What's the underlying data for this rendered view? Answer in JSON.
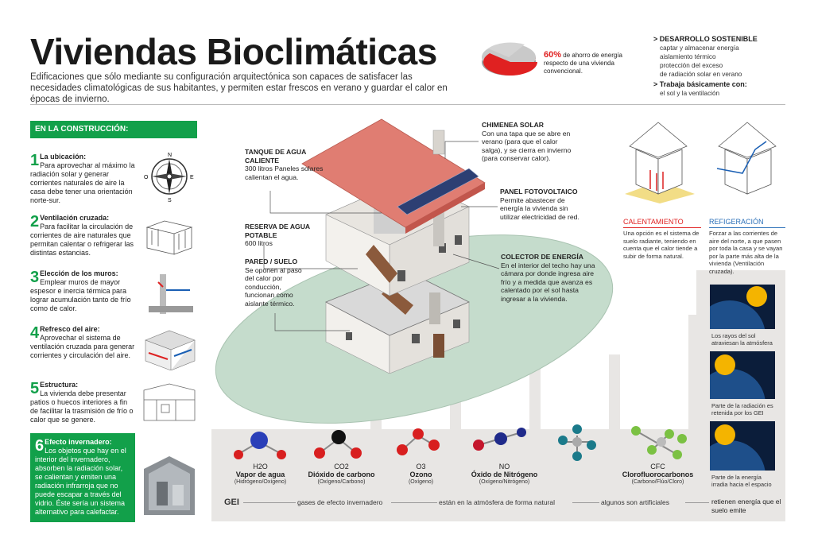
{
  "title": "Viviendas Bioclimáticas",
  "subtitle": "Edificaciones que sólo mediante su configuración arquitectónica son capaces de satisfacer las necesidades climatológicas de sus habitantes, y permiten estar frescos en verano y guardar el calor en épocas de invierno.",
  "savings": {
    "pct": "60%",
    "text": "de ahorro de energía respecto de una vivienda convencional."
  },
  "sustainability": {
    "h1": "> DESARROLLO SOSTENIBLE",
    "lines": [
      "captar y almacenar energía",
      "aislamiento térmico",
      "protección del exceso",
      "de radiación solar en verano"
    ],
    "h2": "> Trabaja básicamente con:",
    "line2": "el sol y la ventilación"
  },
  "construction": {
    "heading": "EN LA CONSTRUCCIÓN:",
    "items": [
      {
        "num": "1",
        "label": "La ubicación:",
        "text": "Para aprovechar al máximo la radiación solar y generar corrientes naturales de aire la casa debe tener una orientación norte-sur."
      },
      {
        "num": "2",
        "label": "Ventilación cruzada:",
        "text": "Para facilitar la circulación de corrientes de aire naturales que permitan calentar o refrigerar las distintas estancias."
      },
      {
        "num": "3",
        "label": "Elección de los muros:",
        "text": "Emplear muros de mayor espesor e inercia térmica para lograr acumulación tanto de frío como de calor."
      },
      {
        "num": "4",
        "label": "Refresco del aire:",
        "text": "Aprovechar el sistema de ventilación cruzada para generar corrientes y circulación del aire."
      },
      {
        "num": "5",
        "label": "Estructura:",
        "text": "La vivienda debe presentar patios o huecos interiores a fin de facilitar la trasmisión de frío o calor que se genere."
      },
      {
        "num": "6",
        "label": "Efecto invernadero:",
        "text": "Los objetos que hay en el interior del invernadero, absorben la radiación solar, se calientan y emiten una radiación infrarroja que no puede escapar a través del vidrio. Éste sería un sistema alternativo para calefactar."
      }
    ]
  },
  "callouts": {
    "tanque": {
      "h": "TANQUE DE AGUA CALIENTE",
      "t": "300 litros Paneles solares calientan el agua."
    },
    "reserva": {
      "h": "RESERVA DE AGUA POTABLE",
      "t": "600 litros"
    },
    "pared": {
      "h": "PARED / SUELO",
      "t": "Se oponen al paso del calor por conducción, funcionan como aislante térmico."
    },
    "chimenea": {
      "h": "CHIMENEA SOLAR",
      "t": "Con una tapa que se abre en verano (para que el calor salga), y se cierra en invierno (para conservar calor)."
    },
    "panel": {
      "h": "PANEL FOTOVOLTAICO",
      "t": "Permite abastecer de energía la vivienda sin utilizar electricidad de red."
    },
    "colector": {
      "h": "COLECTOR DE ENERGÍA",
      "t": "En el interior del techo hay una cámara por donde ingresa aire frío y a medida que avanza es calentado por el sol hasta ingresar a la vivienda."
    }
  },
  "compass_letters": [
    "N",
    "E",
    "S",
    "O"
  ],
  "panels": {
    "heat": {
      "h": "CALENTAMIENTO",
      "t": "Una opción es el sistema de suelo radiante, teniendo en cuenta que el calor tiende a subir de forma natural.",
      "color": "#e02121"
    },
    "cool": {
      "h": "REFIGERACIÓN",
      "t": "Forzar a las corrientes de aire del norte, a que pasen por toda la casa y se vayan por la parte más alta de la vivienda (Ventilación cruzada).",
      "color": "#2a6fb8"
    }
  },
  "gases": [
    {
      "formula": "H2O",
      "name": "Vapor de agua",
      "sub": "(Hidrógeno/Oxígeno)"
    },
    {
      "formula": "CO2",
      "name": "Dióxido de carbono",
      "sub": "(Oxígeno/Carbono)"
    },
    {
      "formula": "O3",
      "name": "Ozono",
      "sub": "(Oxígeno)"
    },
    {
      "formula": "NO",
      "name": "Óxido de Nitrógeno",
      "sub": "(Oxígeno/Nitrógeno)"
    },
    {
      "formula": "",
      "name": "",
      "sub": ""
    },
    {
      "formula": "CFC",
      "name": "Clorofluorocarbonos",
      "sub": "(Carbono/Flúo/Cloro)"
    }
  ],
  "gei": {
    "label": "GEI",
    "a": "gases de efecto invernadero",
    "b": "están en la atmósfera de forma natural",
    "c": "algunos son artificiales",
    "d": "retienen energía que el suelo emite"
  },
  "earth": [
    "Los rayos del sol atraviesan la atmósfera",
    "Parte de la radiación es retenida por los GEI",
    "Parte de la energía irradia hacia el espacio"
  ]
}
